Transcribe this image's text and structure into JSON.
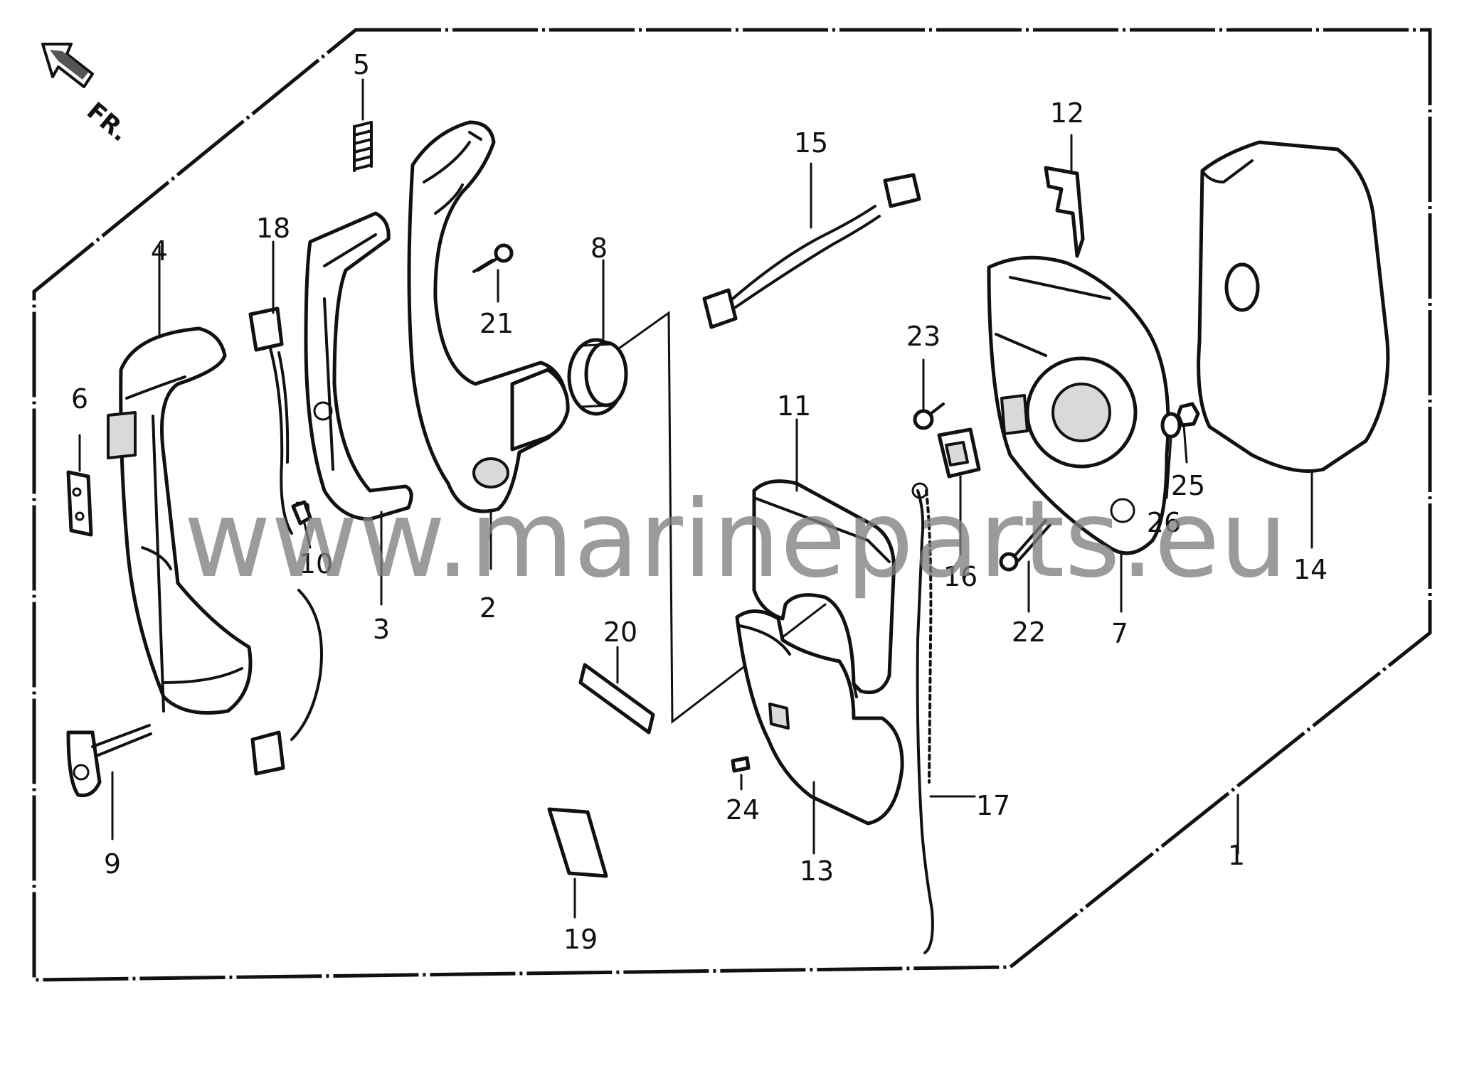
{
  "diagram": {
    "orientation_label": "FR.",
    "watermark": "www.marineparts.eu",
    "callouts": [
      {
        "id": "p1",
        "label": "1"
      },
      {
        "id": "p2",
        "label": "2"
      },
      {
        "id": "p3",
        "label": "3"
      },
      {
        "id": "p4",
        "label": "4"
      },
      {
        "id": "p5",
        "label": "5"
      },
      {
        "id": "p6",
        "label": "6"
      },
      {
        "id": "p7",
        "label": "7"
      },
      {
        "id": "p8",
        "label": "8"
      },
      {
        "id": "p9",
        "label": "9"
      },
      {
        "id": "p10",
        "label": "10"
      },
      {
        "id": "p11",
        "label": "11"
      },
      {
        "id": "p12",
        "label": "12"
      },
      {
        "id": "p13",
        "label": "13"
      },
      {
        "id": "p14",
        "label": "14"
      },
      {
        "id": "p15",
        "label": "15"
      },
      {
        "id": "p16",
        "label": "16"
      },
      {
        "id": "p17",
        "label": "17"
      },
      {
        "id": "p18",
        "label": "18"
      },
      {
        "id": "p19",
        "label": "19"
      },
      {
        "id": "p20",
        "label": "20"
      },
      {
        "id": "p21",
        "label": "21"
      },
      {
        "id": "p22",
        "label": "22"
      },
      {
        "id": "p23",
        "label": "23"
      },
      {
        "id": "p24",
        "label": "24"
      },
      {
        "id": "p25",
        "label": "25"
      },
      {
        "id": "p26",
        "label": "26"
      }
    ]
  }
}
